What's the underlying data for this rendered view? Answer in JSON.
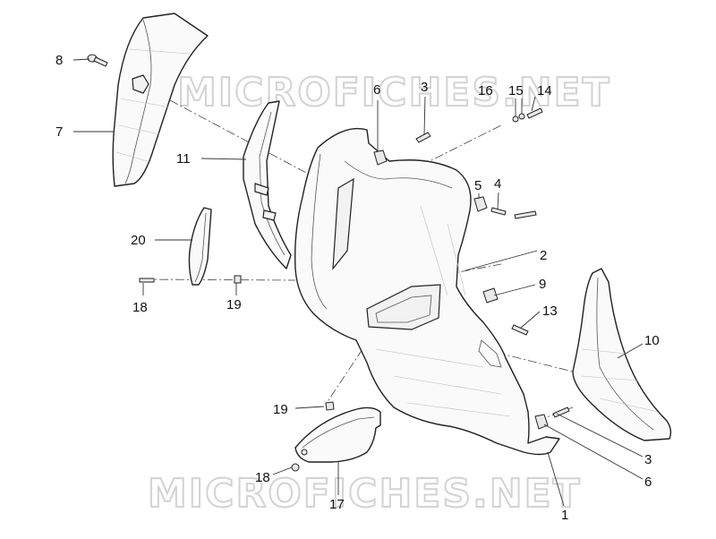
{
  "watermark": {
    "top": "MICROFICHES.NET",
    "bottom": "MICROFICHES.NET"
  },
  "callouts": [
    {
      "id": "c8",
      "text": "8"
    },
    {
      "id": "c7",
      "text": "7"
    },
    {
      "id": "c6a",
      "text": "6"
    },
    {
      "id": "c3a",
      "text": "3"
    },
    {
      "id": "c16",
      "text": "16"
    },
    {
      "id": "c15",
      "text": "15"
    },
    {
      "id": "c14",
      "text": "14"
    },
    {
      "id": "c11",
      "text": "11"
    },
    {
      "id": "c5",
      "text": "5"
    },
    {
      "id": "c4",
      "text": "4"
    },
    {
      "id": "c20",
      "text": "20"
    },
    {
      "id": "c2",
      "text": "2"
    },
    {
      "id": "c9",
      "text": "9"
    },
    {
      "id": "c18a",
      "text": "18"
    },
    {
      "id": "c19a",
      "text": "19"
    },
    {
      "id": "c13",
      "text": "13"
    },
    {
      "id": "c10",
      "text": "10"
    },
    {
      "id": "c19b",
      "text": "19"
    },
    {
      "id": "c3b",
      "text": "3"
    },
    {
      "id": "c18b",
      "text": "18"
    },
    {
      "id": "c6b",
      "text": "6"
    },
    {
      "id": "c17",
      "text": "17"
    },
    {
      "id": "c1",
      "text": "1"
    }
  ]
}
